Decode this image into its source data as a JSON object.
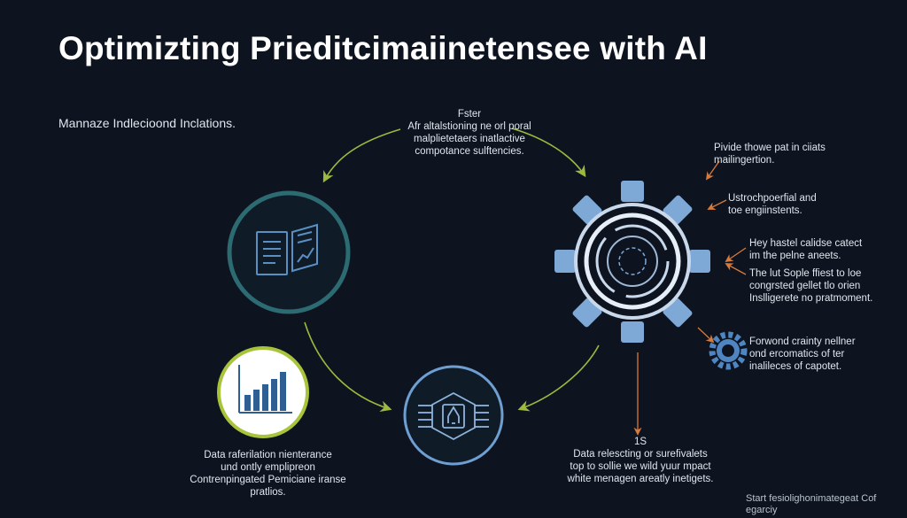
{
  "title": "Optimizting Prieditcimaiinetensee with  AI",
  "labels": {
    "left": "Mannaze Indlecioond Inclations.",
    "top": [
      "Fster",
      "Afr altalstioning ne orl poral",
      "malplietetaers inatlactive",
      "compotance sulftencies."
    ],
    "right_1": [
      "Pivide thowe pat in ciiats",
      "mailingertion."
    ],
    "right_2": [
      "Ustrochpoerfial and",
      "toe engiinstents."
    ],
    "right_3": [
      "Hey hastel calidse catect",
      "im the pelne aneets."
    ],
    "right_4": [
      "The lut Sople ffiest to loe",
      "congrsted gellet tlo orien",
      "Inslligerete no pratmoment."
    ],
    "right_5": [
      "Forwond crainty nellner",
      "ond ercomatics of ter",
      "inalileces of capotet."
    ],
    "bottom_left": [
      "Data raferilation nienterance",
      "und ontly emplipreon",
      "Contrenpingated Pemiciane iranse",
      "pratlios."
    ],
    "bottom_mid": [
      "1S",
      "Data relescting or surefivalets",
      "top to sollie we wild yuur mpact",
      "white menagen areatly inetigets."
    ],
    "footer": "Start fesiolighonimategeat Cof egarciy"
  },
  "icons": [
    "document-chart-icon",
    "bar-chart-icon",
    "chip-icon",
    "gear-cog-icon",
    "small-gear-icon"
  ],
  "colors": {
    "background": "#0d1420",
    "arrow_green": "#9cba3e",
    "arrow_orange": "#d77a3a",
    "node_teal": "#2d6b72",
    "node_lime": "#a7c43a",
    "node_blue": "#6f9fd2",
    "gear_blue": "#7ea9d6",
    "icon_blue": "#5a8fc4"
  }
}
